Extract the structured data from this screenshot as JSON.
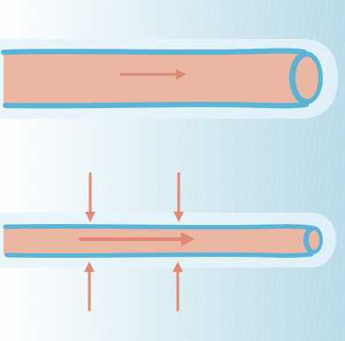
{
  "title": "",
  "colors": {
    "background_left": "#ffffff",
    "background_right": "#b9dbe8",
    "glow": "#e6f3fa",
    "vessel_wall": "#5ab4d8",
    "vessel_fill": "#e9b7a2",
    "arrow": "#e08a75"
  },
  "diagram": {
    "vessels": [
      {
        "id": "wide-vessel",
        "state": "relaxed",
        "flow_arrow": true
      },
      {
        "id": "narrow-vessel",
        "state": "constricted",
        "flow_arrow": true,
        "squeeze_arrows": 4
      }
    ]
  }
}
